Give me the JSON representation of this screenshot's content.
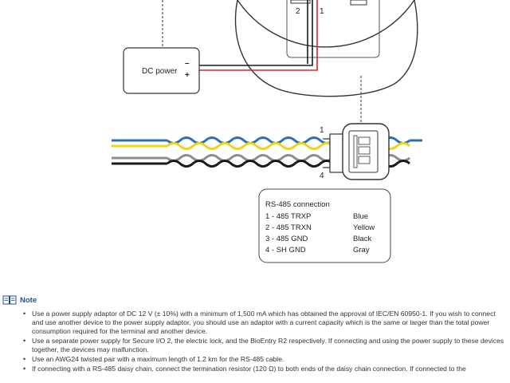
{
  "diagram": {
    "dc_power": {
      "label": "DC power",
      "minus": "–",
      "plus": "+"
    },
    "top_pins": {
      "left": "2",
      "right": "1"
    },
    "connector_pins": {
      "first": "1",
      "last": "4"
    },
    "rs485_table": {
      "title": "RS-485  connection",
      "rows": [
        {
          "pin": "1 -  485  TRXP",
          "color": "Blue"
        },
        {
          "pin": "2 -  485  TRXN",
          "color": "Yellow"
        },
        {
          "pin": "3 -  485  GND",
          "color": "Black"
        },
        {
          "pin": "4 -  SH  GND",
          "color": "Gray"
        }
      ]
    },
    "colors": {
      "blue": "#2c6fb5",
      "yellow": "#f2d21b",
      "black": "#1a1a1a",
      "gray": "#8c8c8c",
      "red": "#d7262c"
    }
  },
  "note": {
    "title": "Note",
    "items": [
      "Use a power supply adaptor of DC 12 V (± 10%) with a minimum of 1,500 mA which has obtained the approval of IEC/EN 60950-1. If you wish to connect and use another device to the power supply adaptor, you should use an adaptor with a current capacity which is the same or larger than the total power consumption required for the terminal and another device.",
      "Use a separate power supply for Secure I/O 2, the electric lock, and the BioEntry R2 respectively. If connecting and using the power supply to these devices together, the devices may malfunction.",
      "Use an AWG24 twisted pair with a maximum length of 1.2 km for the RS-485 cable.",
      "If connecting with a RS-485 daisy chain, connect the termination resistor (120 Ω) to both ends of the daisy chain connection. If connected to the"
    ]
  }
}
